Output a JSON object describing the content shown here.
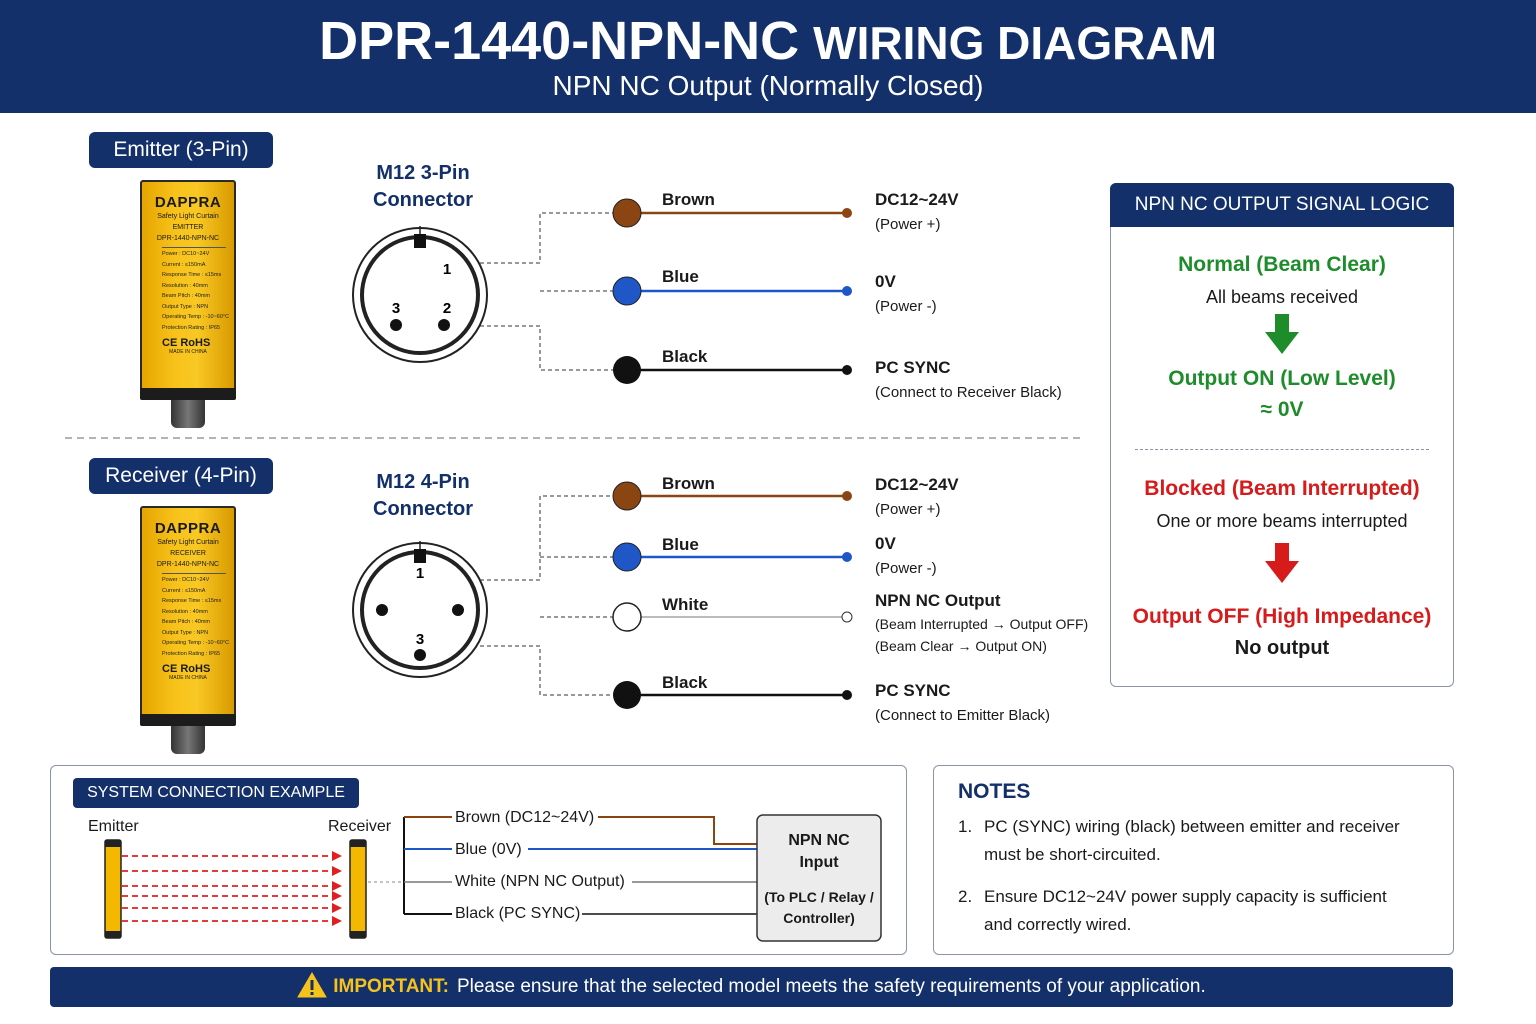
{
  "header": {
    "title_model": "DPR-1440-NPN-NC",
    "title_rest": "WIRING DIAGRAM",
    "subtitle": "NPN NC Output (Normally Closed)"
  },
  "emitter": {
    "label": "Emitter (3-Pin)",
    "connector_line1": "M12 3-Pin",
    "connector_line2": "Connector",
    "pins": [
      "1",
      "2",
      "3"
    ],
    "device": {
      "brand": "DAPPRA",
      "line1": "Safety Light Curtain",
      "line2": "EMITTER",
      "model": "DPR-1440-NPN-NC",
      "specs": [
        "Power : DC10~24V",
        "Current : ≤150mA",
        "Response Time : ≤15ms",
        "Resolution : 40mm",
        "Beam Pitch : 40mm",
        "Output Type : NPN",
        "Operating Temp : -10~60°C",
        "Protection Rating : IP65"
      ],
      "certs": "CE   RoHS",
      "made": "MADE IN CHINA"
    },
    "wires": [
      {
        "name": "Brown",
        "color": "#8b4513",
        "title": "DC12~24V",
        "subs": [
          "(Power +)"
        ]
      },
      {
        "name": "Blue",
        "color": "#1f57c7",
        "title": "0V",
        "subs": [
          "(Power -)"
        ]
      },
      {
        "name": "Black",
        "color": "#111111",
        "title": "PC SYNC",
        "subs": [
          "(Connect to Receiver Black)"
        ]
      }
    ]
  },
  "receiver": {
    "label": "Receiver (4-Pin)",
    "connector_line1": "M12 4-Pin",
    "connector_line2": "Connector",
    "pins": [
      "1",
      "3"
    ],
    "device": {
      "brand": "DAPPRA",
      "line1": "Safety Light Curtain",
      "line2": "RECEIVER",
      "model": "DPR-1440-NPN-NC",
      "specs": [
        "Power : DC10~24V",
        "Current : ≤150mA",
        "Response Time : ≤15ms",
        "Resolution : 40mm",
        "Beam Pitch : 40mm",
        "Output Type : NPN",
        "Operating Temp : -10~60°C",
        "Protection Rating : IP65"
      ],
      "certs": "CE   RoHS",
      "made": "MADE IN CHINA"
    },
    "wires": [
      {
        "name": "Brown",
        "color": "#8b4513",
        "title": "DC12~24V",
        "subs": [
          "(Power +)"
        ]
      },
      {
        "name": "Blue",
        "color": "#1f57c7",
        "title": "0V",
        "subs": [
          "(Power -)"
        ]
      },
      {
        "name": "White",
        "color": "#bbbbbb",
        "title": "NPN NC Output",
        "subs": [
          "(Beam Interrupted → Output OFF)",
          "(Beam Clear → Output ON)"
        ]
      },
      {
        "name": "Black",
        "color": "#111111",
        "title": "PC SYNC",
        "subs": [
          "(Connect to Emitter Black)"
        ]
      }
    ]
  },
  "logic": {
    "heading": "NPN NC OUTPUT SIGNAL LOGIC",
    "normal_title": "Normal (Beam Clear)",
    "normal_desc": "All beams received",
    "normal_result": "Output ON (Low Level)",
    "normal_value": "≈ 0V",
    "blocked_title": "Blocked (Beam Interrupted)",
    "blocked_desc": "One or more beams interrupted",
    "blocked_result": "Output OFF (High Impedance)",
    "blocked_value": "No output",
    "green": "#1e8c2a",
    "red": "#d71a1a"
  },
  "system": {
    "heading": "SYSTEM CONNECTION EXAMPLE",
    "emitter_label": "Emitter",
    "receiver_label": "Receiver",
    "wires": [
      "Brown (DC12~24V)",
      "Blue (0V)",
      "White (NPN NC Output)",
      "Black (PC SYNC)"
    ],
    "plc_title1": "NPN NC",
    "plc_title2": "Input",
    "plc_sub1": "(To PLC / Relay /",
    "plc_sub2": "Controller)"
  },
  "notes": {
    "title": "NOTES",
    "items": [
      {
        "num": "1.",
        "line1": "PC (SYNC) wiring (black) between emitter and receiver",
        "line2": "must be short-circuited."
      },
      {
        "num": "2.",
        "line1": "Ensure DC12~24V power supply capacity is sufficient",
        "line2": "and correctly wired."
      }
    ]
  },
  "footer": {
    "label": "IMPORTANT:",
    "text": "Please ensure that the selected model meets the safety requirements of your application."
  },
  "colors": {
    "navy": "#13306b",
    "brown": "#8b4513",
    "blue": "#1f57c7",
    "black": "#111111"
  }
}
